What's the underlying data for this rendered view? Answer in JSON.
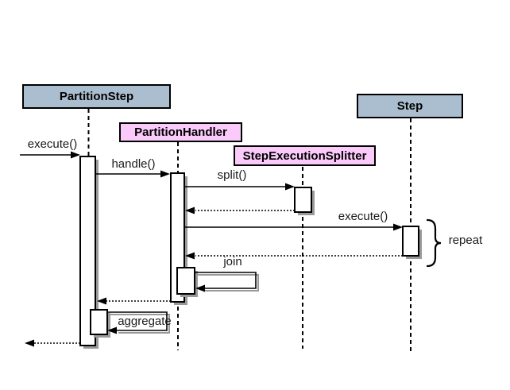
{
  "theme": {
    "background": "#FFFFFF",
    "border": "#000000",
    "text": "#1A1A1A",
    "shadow": "#999999",
    "object_fill_blue": "#ABBECF",
    "object_fill_pink": "#FACBFA"
  },
  "diagram": {
    "type": "uml-sequence",
    "objects": [
      {
        "label": "PartitionStep",
        "fill": "blue"
      },
      {
        "label": "PartitionHandler",
        "fill": "pink"
      },
      {
        "label": "StepExecutionSplitter",
        "fill": "pink"
      },
      {
        "label": "Step",
        "fill": "blue"
      }
    ],
    "messages": [
      {
        "label": "execute()",
        "kind": "call",
        "from": "",
        "to": "PartitionStep"
      },
      {
        "label": "handle()",
        "kind": "call",
        "from": "PartitionStep",
        "to": "PartitionHandler"
      },
      {
        "label": "split()",
        "kind": "call",
        "from": "PartitionHandler",
        "to": "StepExecutionSplitter"
      },
      {
        "label": "",
        "kind": "return",
        "from": "StepExecutionSplitter",
        "to": "PartitionHandler"
      },
      {
        "label": "execute()",
        "kind": "call",
        "from": "PartitionHandler",
        "to": "Step"
      },
      {
        "label": "",
        "kind": "return",
        "from": "Step",
        "to": "PartitionHandler"
      },
      {
        "label": "join",
        "kind": "self",
        "from": "PartitionHandler",
        "to": "PartitionHandler"
      },
      {
        "label": "",
        "kind": "return",
        "from": "PartitionHandler",
        "to": "PartitionStep"
      },
      {
        "label": "aggregate",
        "kind": "self",
        "from": "PartitionStep",
        "to": "PartitionStep"
      },
      {
        "label": "",
        "kind": "return",
        "from": "PartitionStep",
        "to": ""
      }
    ],
    "annotations": [
      {
        "label": "repeat",
        "target": "execute() on Step"
      }
    ]
  }
}
